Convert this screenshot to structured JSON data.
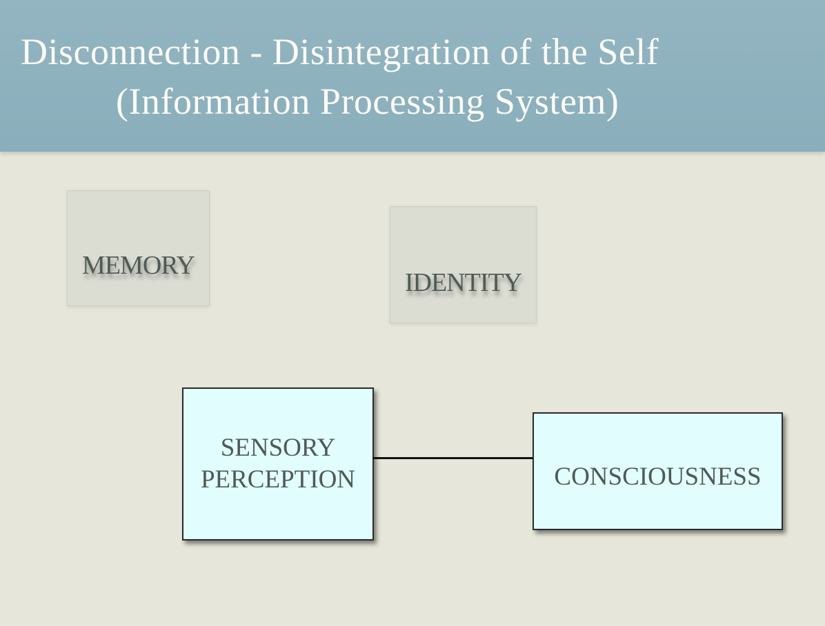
{
  "slide": {
    "title_line1": "Disconnection - Disintegration of the Self",
    "title_line2": "(Information Processing System)"
  },
  "nodes": {
    "memory": "MEMORY",
    "identity": "IDENTITY",
    "sensory_line1": "SENSORY",
    "sensory_line2": "PERCEPTION",
    "consciousness": "CONSCIOUSNESS"
  },
  "colors": {
    "header": "#8fb2bf",
    "background": "#e6e6da",
    "box_fill": "#e1fdfd",
    "text": "#4f5a54"
  }
}
